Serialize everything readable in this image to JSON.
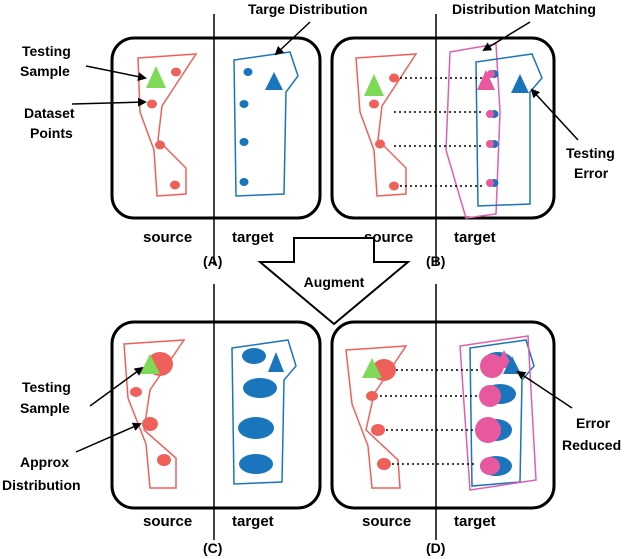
{
  "colors": {
    "source_point": "#f0605a",
    "source_outline": "#f0605a",
    "target_point": "#1a75bc",
    "target_outline": "#1a75bc",
    "matched_point": "#e8589f",
    "matching_outline": "#e060b0",
    "testing_sample": "#7ed957",
    "panel_border": "#000000",
    "arrow_fill": "#ffffff"
  },
  "callouts": {
    "target_distribution": "Targe Distribution",
    "distribution_matching": "Distribution Matching",
    "testing_sample_a": [
      "Testing",
      "Sample"
    ],
    "dataset_points": [
      "Dataset",
      "Points"
    ],
    "testing_error": [
      "Testing",
      "Error"
    ],
    "testing_sample_c": [
      "Testing",
      "Sample"
    ],
    "approx_distribution": [
      "Approx",
      "Distribution"
    ],
    "error_reduced": [
      "Error",
      "Reduced"
    ]
  },
  "axis_labels": {
    "source": "source",
    "target": "target"
  },
  "panel_labels": {
    "a": "(A)",
    "b": "(B)",
    "c": "(C)",
    "d": "(D)"
  },
  "augment_label": "Augment"
}
